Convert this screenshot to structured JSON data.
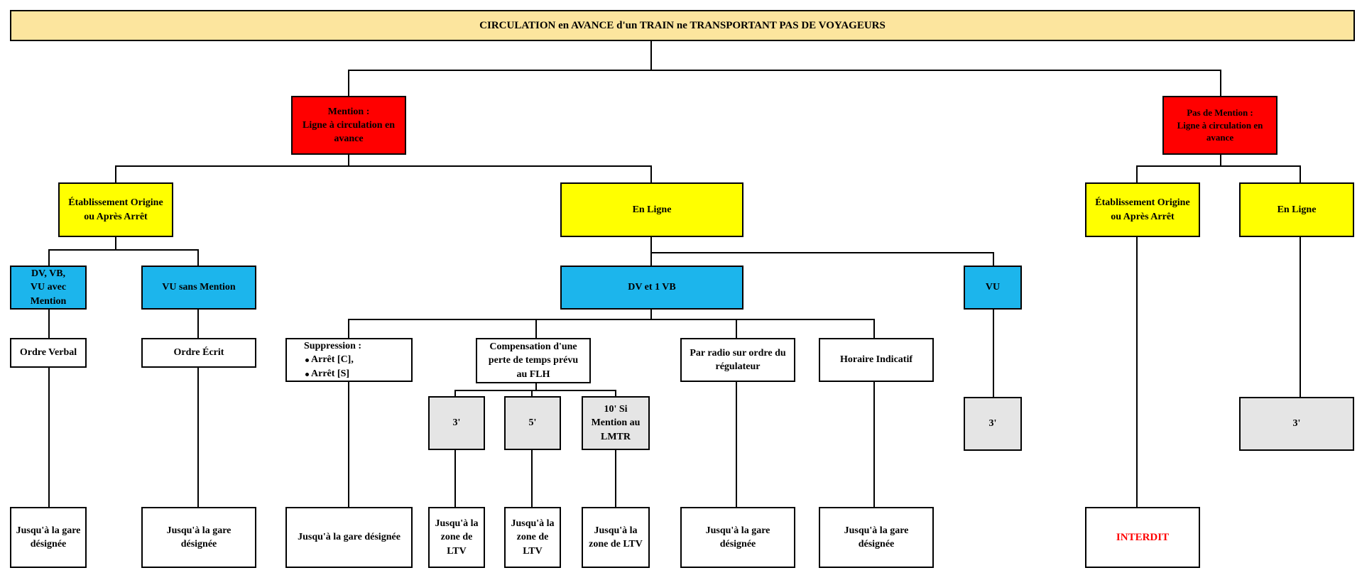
{
  "title": "CIRCULATION en AVANCE d'un TRAIN ne TRANSPORTANT PAS DE VOYAGEURS",
  "mention": {
    "line1": "Mention :",
    "line2": "Ligne à circulation en",
    "line3": "avance"
  },
  "pas_mention": {
    "line1": "Pas de Mention :",
    "line2": "Ligne à circulation en",
    "line3": "avance"
  },
  "left": {
    "origine": {
      "line1": "Établissement Origine",
      "line2": "ou Après Arrêt"
    },
    "dv_vb_vu": {
      "line1": "DV, VB,",
      "line2": "VU avec",
      "line3": "Mention"
    },
    "vu_sans_mention": "VU sans Mention",
    "ordre_verbal": "Ordre Verbal",
    "ordre_ecrit": "Ordre Écrit",
    "dest_1": {
      "line1": "Jusqu'à la gare",
      "line2": "désignée"
    },
    "dest_2": {
      "line1": "Jusqu'à la gare",
      "line2": "désignée"
    }
  },
  "en_ligne": {
    "label": "En Ligne",
    "dv_1vb": "DV et 1 VB",
    "vu": "VU",
    "suppression": {
      "title": "Suppression :",
      "items": [
        "Arrêt [C],",
        "Arrêt [S]"
      ]
    },
    "compensation": {
      "line1": "Compensation d'une",
      "line2": "perte de temps prévu",
      "line3": "au FLH"
    },
    "par_radio": {
      "line1": "Par radio sur ordre du",
      "line2": "régulateur"
    },
    "horaire": "Horaire Indicatif",
    "t3": "3'",
    "t5": "5'",
    "t10": {
      "line1": "10' Si",
      "line2": "Mention au",
      "line3": "LMTR"
    },
    "vu_time": "3'",
    "dest_suppression": "Jusqu'à la gare désignée",
    "dest_ltv_3": {
      "line1": "Jusqu'à la",
      "line2": "zone de",
      "line3": "LTV"
    },
    "dest_ltv_5": {
      "line1": "Jusqu'à la",
      "line2": "zone de",
      "line3": "LTV"
    },
    "dest_ltv_10": {
      "line1": "Jusqu'à la",
      "line2": "zone de LTV"
    },
    "dest_radio": {
      "line1": "Jusqu'à la gare",
      "line2": "désignée"
    },
    "dest_horaire": {
      "line1": "Jusqu'à la gare",
      "line2": "désignée"
    }
  },
  "right": {
    "origine": {
      "line1": "Établissement Origine",
      "line2": "ou Après Arrêt"
    },
    "en_ligne": "En Ligne",
    "time": "3'",
    "interdit": "INTERDIT"
  },
  "colors": {
    "title_bg": "#fce59e",
    "red": "#ff0000",
    "yellow": "#ffff00",
    "blue": "#1cb5ec",
    "grey": "#e5e5e5",
    "interdit_text": "#ff0000"
  }
}
